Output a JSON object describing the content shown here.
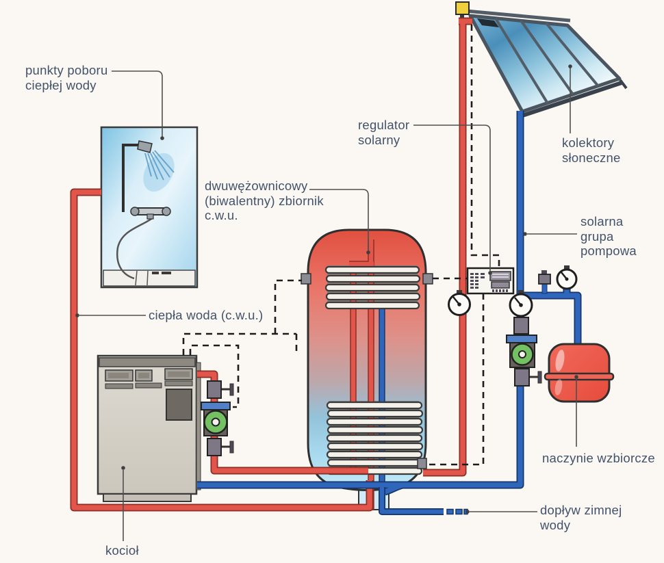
{
  "diagram": {
    "subject": "solar-and-boiler-domestic-hot-water-system",
    "labels": {
      "tap_points": [
        "punkty poboru",
        "ciepłej wody"
      ],
      "solar_regulator": [
        "regulator",
        "solarny"
      ],
      "tank": [
        "dwuwężownicowy",
        "(biwalentny) zbiornik",
        "c.w.u."
      ],
      "collectors": [
        "kolektory",
        "słoneczne"
      ],
      "hot_water": [
        "ciepła woda (c.w.u.)"
      ],
      "solar_pump_group": [
        "solarna",
        "grupa",
        "pompowa"
      ],
      "expansion_vessel": [
        "naczynie wzbiorcze"
      ],
      "cold_water": [
        "dopływ zimnej",
        "wody"
      ],
      "boiler": [
        "kocioł"
      ]
    },
    "component_icons": [
      "solar-collector",
      "collector-temp-sensor",
      "shower-unit",
      "storage-tank",
      "upper-heating-coil",
      "lower-heating-coil",
      "boiler",
      "circulation-pump",
      "shutoff-valve",
      "pressure-gauge",
      "solar-regulator",
      "expansion-vessel",
      "sensor-cable"
    ],
    "colors": {
      "paper_background": "#fbf8f3",
      "hot_pipe_red": "#e2554b",
      "cold_pipe_blue": "#2f66bb",
      "pump_green": "#74c163",
      "vessel_red": "#ed5b4d",
      "sensor_yellow": "#efd13e",
      "tank_top_red": "#e0503f",
      "tank_bottom_blue": "#bde6f4",
      "collector_glass_blue": "#4e93bd",
      "label_text": "#42526b"
    }
  }
}
